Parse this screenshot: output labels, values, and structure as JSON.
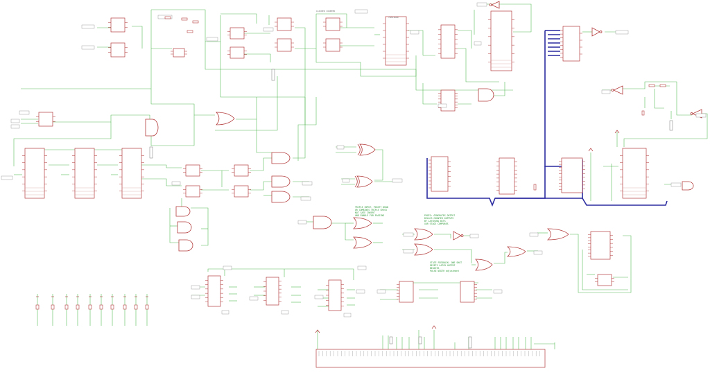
{
  "schematic": {
    "colors": {
      "background": "#ffffff",
      "wire": "#55b855",
      "component": "#b33a3a",
      "bus": "#2a2aa0",
      "annotation_text": "#2f9a3a"
    },
    "note_left": [
      "TRIPLE INPUT: PARITY DRAW",
      "OR COMBINES TRIPLE CHECK",
      "NOT GATE INVERT",
      "AND ENABLE FOR PASSING"
    ],
    "note_mid_1": [
      "PROTO: GENERATES OUTPUT",
      "DELAYS COUNTER OUTPUTS",
      "BY LATCHING BITS",
      "XOR STAGE COMPARES"
    ],
    "note_mid_2": [
      "STATE FEEDBACK: ONE SHOT",
      "RESETS LATCH OUTPUT",
      "NEGATES",
      "PULSE WIDTH adjustment"
    ],
    "part_label": "74HC161N",
    "top_label": "CLOCKED COUNTER"
  }
}
